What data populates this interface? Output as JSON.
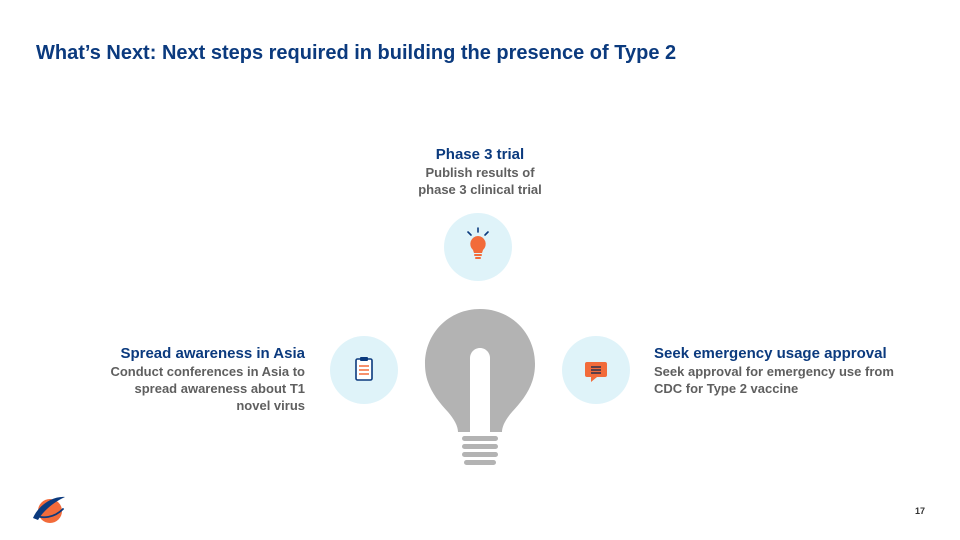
{
  "slide": {
    "title": "What’s Next: Next steps required in building the presence of Type 2",
    "page_number": "17"
  },
  "steps": {
    "top": {
      "title": "Phase 3 trial",
      "desc_line1": "Publish results of",
      "desc_line2": "phase 3 clinical trial",
      "icon": "lightbulb-icon"
    },
    "left": {
      "title": "Spread awareness in Asia",
      "desc_line1": "Conduct conferences in Asia to",
      "desc_line2": "spread awareness about T1",
      "desc_line3": "novel virus",
      "icon": "clipboard-icon"
    },
    "right": {
      "title": "Seek emergency usage approval",
      "desc_line1": "Seek approval for emergency use from",
      "desc_line2": "CDC for Type 2 vaccine",
      "icon": "chat-bubble-icon"
    }
  },
  "colors": {
    "title_blue": "#0b3a7e",
    "text_gray": "#5f5f5f",
    "circle_bg": "#dff3f9",
    "accent_orange": "#f26b3a",
    "bulb_gray": "#b3b3b3"
  }
}
